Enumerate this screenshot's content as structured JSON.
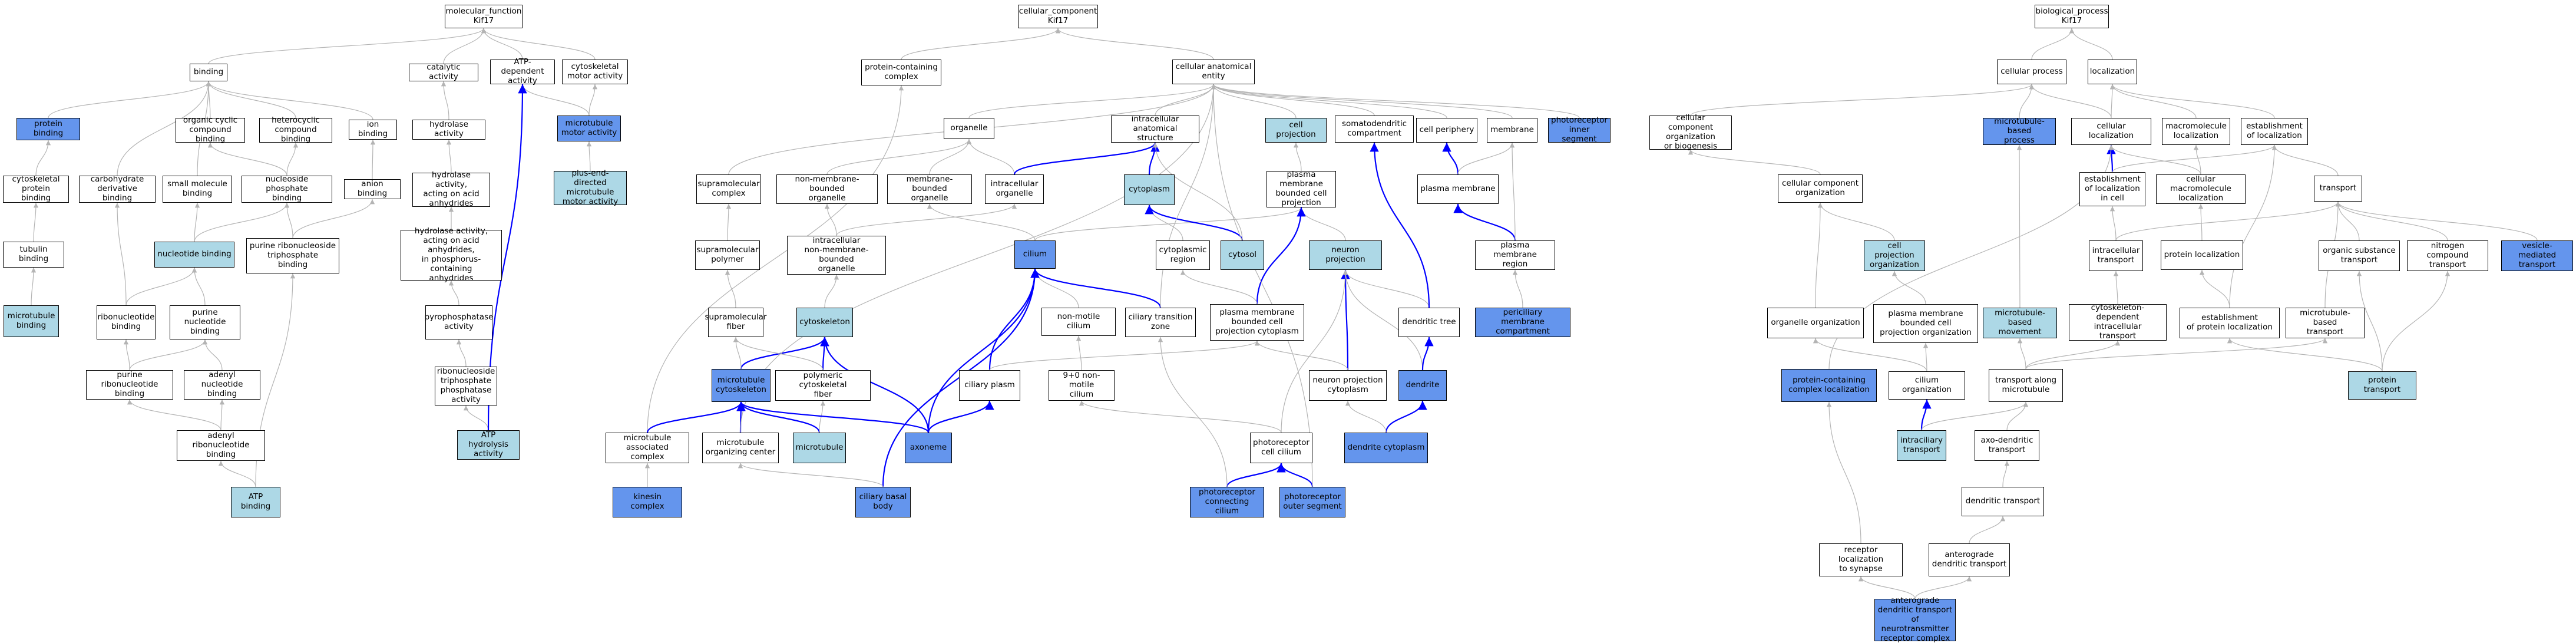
{
  "legend_colors": {
    "plain": "#ffffff",
    "light": "#add8e6",
    "dark": "#6495ed",
    "edge_grey": "#b4b4b4",
    "edge_blue": "#0000ff"
  },
  "nodes": {
    "mf_root": {
      "text": "molecular_function\nKif17",
      "style": "plain"
    },
    "binding": {
      "text": "binding",
      "style": "plain"
    },
    "catalytic": {
      "text": "catalytic activity",
      "style": "plain"
    },
    "atpdep": {
      "text": "ATP-dependent\nactivity",
      "style": "plain"
    },
    "cytomotor": {
      "text": "cytoskeletal\nmotor activity",
      "style": "plain"
    },
    "protbind": {
      "text": "protein binding",
      "style": "dark"
    },
    "orgcyc": {
      "text": "organic cyclic\ncompound binding",
      "style": "plain"
    },
    "hetcyc": {
      "text": "heterocyclic\ncompound binding",
      "style": "plain"
    },
    "ionbind": {
      "text": "ion binding",
      "style": "plain"
    },
    "hydrolase": {
      "text": "hydrolase activity",
      "style": "plain"
    },
    "mtmotor": {
      "text": "microtubule\nmotor activity",
      "style": "dark"
    },
    "cytoprot": {
      "text": "cytoskeletal\nprotein binding",
      "style": "plain"
    },
    "carbo": {
      "text": "carbohydrate\nderivative binding",
      "style": "plain"
    },
    "smallmol": {
      "text": "small molecule\nbinding",
      "style": "plain"
    },
    "nucphos": {
      "text": "nucleoside phosphate\nbinding",
      "style": "plain"
    },
    "anion": {
      "text": "anion binding",
      "style": "plain"
    },
    "hydacid": {
      "text": "hydrolase activity,\nacting on acid\nanhydrides",
      "style": "plain"
    },
    "plusend": {
      "text": "plus-end-directed\nmicrotubule\nmotor activity",
      "style": "light"
    },
    "tubulin": {
      "text": "tubulin binding",
      "style": "plain"
    },
    "nucbind": {
      "text": "nucleotide binding",
      "style": "light"
    },
    "purribotri": {
      "text": "purine ribonucleoside\ntriphosphate\nbinding",
      "style": "plain"
    },
    "hydphos": {
      "text": "hydrolase activity,\nacting on acid\nanhydrides,\nin phosphorus-containing\nanhydrides",
      "style": "plain"
    },
    "mtbind": {
      "text": "microtubule\nbinding",
      "style": "light"
    },
    "ribonuc": {
      "text": "ribonucleotide\nbinding",
      "style": "plain"
    },
    "purnuc": {
      "text": "purine nucleotide\nbinding",
      "style": "plain"
    },
    "pyrophos": {
      "text": "pyrophosphatase\nactivity",
      "style": "plain"
    },
    "purribo": {
      "text": "purine ribonucleotide\nbinding",
      "style": "plain"
    },
    "adenylnuc": {
      "text": "adenyl nucleotide\nbinding",
      "style": "plain"
    },
    "ribotriphos": {
      "text": "ribonucleoside\ntriphosphate\nphosphatase\nactivity",
      "style": "plain"
    },
    "adenylribo": {
      "text": "adenyl ribonucleotide\nbinding",
      "style": "plain"
    },
    "atpbind": {
      "text": "ATP binding",
      "style": "light"
    },
    "atphyd": {
      "text": "ATP hydrolysis\nactivity",
      "style": "light"
    },
    "cc_root": {
      "text": "cellular_component\nKif17",
      "style": "plain"
    },
    "protcomplex": {
      "text": "protein-containing\ncomplex",
      "style": "plain"
    },
    "cae": {
      "text": "cellular anatomical\nentity",
      "style": "plain"
    },
    "organelle": {
      "text": "organelle",
      "style": "plain"
    },
    "intraanat": {
      "text": "intracellular\nanatomical structure",
      "style": "plain"
    },
    "cellproj": {
      "text": "cell projection",
      "style": "light"
    },
    "somato": {
      "text": "somatodendritic\ncompartment",
      "style": "plain"
    },
    "cellperiph": {
      "text": "cell periphery",
      "style": "plain"
    },
    "membrane": {
      "text": "membrane",
      "style": "plain"
    },
    "photoinner": {
      "text": "photoreceptor\ninner segment",
      "style": "dark"
    },
    "supramol": {
      "text": "supramolecular\ncomplex",
      "style": "plain"
    },
    "nonmemb": {
      "text": "non-membrane-bounded\norganelle",
      "style": "plain"
    },
    "membbound": {
      "text": "membrane-bounded\norganelle",
      "style": "plain"
    },
    "intraorg": {
      "text": "intracellular\norganelle",
      "style": "plain"
    },
    "cytoplasm": {
      "text": "cytoplasm",
      "style": "light"
    },
    "pmbcp": {
      "text": "plasma membrane\nbounded cell\nprojection",
      "style": "plain"
    },
    "plasmamem": {
      "text": "plasma membrane",
      "style": "plain"
    },
    "supramolpoly": {
      "text": "supramolecular\npolymer",
      "style": "plain"
    },
    "intranonmemb": {
      "text": "intracellular\nnon-membrane-bounded\norganelle",
      "style": "plain"
    },
    "cilium": {
      "text": "cilium",
      "style": "dark"
    },
    "cytoregion": {
      "text": "cytoplasmic\nregion",
      "style": "plain"
    },
    "cytosol": {
      "text": "cytosol",
      "style": "light"
    },
    "neuronproj": {
      "text": "neuron projection",
      "style": "light"
    },
    "pmregion": {
      "text": "plasma membrane\nregion",
      "style": "plain"
    },
    "supramolfiber": {
      "text": "supramolecular\nfiber",
      "style": "plain"
    },
    "cytoskeleton": {
      "text": "cytoskeleton",
      "style": "light"
    },
    "nonmotile": {
      "text": "non-motile cilium",
      "style": "plain"
    },
    "ciliarytz": {
      "text": "ciliary transition\nzone",
      "style": "plain"
    },
    "pmbcpcyto": {
      "text": "plasma membrane\nbounded cell\nprojection cytoplasm",
      "style": "plain"
    },
    "dendtree": {
      "text": "dendritic tree",
      "style": "plain"
    },
    "periciliary": {
      "text": "periciliary\nmembrane compartment",
      "style": "dark"
    },
    "mtcyto": {
      "text": "microtubule\ncytoskeleton",
      "style": "dark"
    },
    "polycyto": {
      "text": "polymeric cytoskeletal\nfiber",
      "style": "plain"
    },
    "ciliaryplasm": {
      "text": "ciliary plasm",
      "style": "plain"
    },
    "nine0": {
      "text": "9+0 non-motile\ncilium",
      "style": "plain"
    },
    "neuroncyto": {
      "text": "neuron projection\ncytoplasm",
      "style": "plain"
    },
    "dendrite": {
      "text": "dendrite",
      "style": "dark"
    },
    "mtassoc": {
      "text": "microtubule\nassociated complex",
      "style": "plain"
    },
    "mtoc": {
      "text": "microtubule\norganizing center",
      "style": "plain"
    },
    "microtubule": {
      "text": "microtubule",
      "style": "light"
    },
    "axoneme": {
      "text": "axoneme",
      "style": "dark"
    },
    "photocilium": {
      "text": "photoreceptor\ncell cilium",
      "style": "plain"
    },
    "dendcyto": {
      "text": "dendrite cytoplasm",
      "style": "dark"
    },
    "kinesin": {
      "text": "kinesin complex",
      "style": "dark"
    },
    "basalbody": {
      "text": "ciliary basal\nbody",
      "style": "dark"
    },
    "photoconn": {
      "text": "photoreceptor\nconnecting cilium",
      "style": "dark"
    },
    "photoouter": {
      "text": "photoreceptor\nouter segment",
      "style": "dark"
    },
    "bp_root": {
      "text": "biological_process\nKif17",
      "style": "plain"
    },
    "cellproc": {
      "text": "cellular process",
      "style": "plain"
    },
    "localization": {
      "text": "localization",
      "style": "plain"
    },
    "ccorgbio": {
      "text": "cellular component\norganization\nor biogenesis",
      "style": "plain"
    },
    "mtbproc": {
      "text": "microtubule-based\nprocess",
      "style": "dark"
    },
    "cellloc": {
      "text": "cellular localization",
      "style": "plain"
    },
    "macroloc": {
      "text": "macromolecule\nlocalization",
      "style": "plain"
    },
    "estloc": {
      "text": "establishment\nof localization",
      "style": "plain"
    },
    "ccorg": {
      "text": "cellular component\norganization",
      "style": "plain"
    },
    "estloccell": {
      "text": "establishment\nof localization\nin cell",
      "style": "plain"
    },
    "cellmacroloc": {
      "text": "cellular macromolecule\nlocalization",
      "style": "plain"
    },
    "transport": {
      "text": "transport",
      "style": "plain"
    },
    "cellprojorg": {
      "text": "cell projection\norganization",
      "style": "light"
    },
    "intracelltrans": {
      "text": "intracellular\ntransport",
      "style": "plain"
    },
    "protloc": {
      "text": "protein localization",
      "style": "plain"
    },
    "orgsubtrans": {
      "text": "organic substance\ntransport",
      "style": "plain"
    },
    "nitrotrans": {
      "text": "nitrogen compound\ntransport",
      "style": "plain"
    },
    "vesicle": {
      "text": "vesicle-mediated\ntransport",
      "style": "dark"
    },
    "orgorg": {
      "text": "organelle organization",
      "style": "plain"
    },
    "pmbcporg": {
      "text": "plasma membrane\nbounded cell\nprojection organization",
      "style": "plain"
    },
    "mtbmove": {
      "text": "microtubule-based\nmovement",
      "style": "light"
    },
    "cytodeptrans": {
      "text": "cytoskeleton-dependent\nintracellular\ntransport",
      "style": "plain"
    },
    "estprotloc": {
      "text": "establishment\nof protein localization",
      "style": "plain"
    },
    "mtbtrans": {
      "text": "microtubule-based\ntransport",
      "style": "plain"
    },
    "protcomploc": {
      "text": "protein-containing\ncomplex localization",
      "style": "dark"
    },
    "ciliumorg": {
      "text": "cilium organization",
      "style": "plain"
    },
    "transmt": {
      "text": "transport along\nmicrotubule",
      "style": "plain"
    },
    "prottrans": {
      "text": "protein transport",
      "style": "light"
    },
    "intraciliary": {
      "text": "intraciliary\ntransport",
      "style": "light"
    },
    "axodend": {
      "text": "axo-dendritic\ntransport",
      "style": "plain"
    },
    "dendtrans": {
      "text": "dendritic transport",
      "style": "plain"
    },
    "recepsyn": {
      "text": "receptor localization\nto synapse",
      "style": "plain"
    },
    "anterodend": {
      "text": "anterograde\ndendritic transport",
      "style": "plain"
    },
    "anteroneuro": {
      "text": "anterograde\ndendritic transport\nof neurotransmitter\nreceptor complex",
      "style": "dark"
    }
  },
  "edges": [
    [
      "binding",
      "mf_root",
      "g"
    ],
    [
      "catalytic",
      "mf_root",
      "g"
    ],
    [
      "atpdep",
      "mf_root",
      "g"
    ],
    [
      "cytomotor",
      "mf_root",
      "g"
    ],
    [
      "protbind",
      "binding",
      "g"
    ],
    [
      "orgcyc",
      "binding",
      "g"
    ],
    [
      "hetcyc",
      "binding",
      "g"
    ],
    [
      "ionbind",
      "binding",
      "g"
    ],
    [
      "carbo",
      "binding",
      "g"
    ],
    [
      "smallmol",
      "binding",
      "g"
    ],
    [
      "hydrolase",
      "catalytic",
      "g"
    ],
    [
      "mtmotor",
      "atpdep",
      "g"
    ],
    [
      "mtmotor",
      "cytomotor",
      "g"
    ],
    [
      "cytoprot",
      "protbind",
      "g"
    ],
    [
      "nucphos",
      "orgcyc",
      "g"
    ],
    [
      "nucphos",
      "hetcyc",
      "g"
    ],
    [
      "anion",
      "ionbind",
      "g"
    ],
    [
      "hydacid",
      "hydrolase",
      "g"
    ],
    [
      "plusend",
      "mtmotor",
      "g"
    ],
    [
      "tubulin",
      "cytoprot",
      "g"
    ],
    [
      "nucbind",
      "nucphos",
      "g"
    ],
    [
      "nucbind",
      "smallmol",
      "g"
    ],
    [
      "purribotri",
      "anion",
      "g"
    ],
    [
      "purribotri",
      "nucphos",
      "g"
    ],
    [
      "hydphos",
      "hydacid",
      "g"
    ],
    [
      "mtbind",
      "tubulin",
      "g"
    ],
    [
      "ribonuc",
      "carbo",
      "g"
    ],
    [
      "ribonuc",
      "nucbind",
      "g"
    ],
    [
      "purnuc",
      "nucbind",
      "g"
    ],
    [
      "pyrophos",
      "hydphos",
      "g"
    ],
    [
      "purribo",
      "ribonuc",
      "g"
    ],
    [
      "purribo",
      "purnuc",
      "g"
    ],
    [
      "adenylnuc",
      "purnuc",
      "g"
    ],
    [
      "ribotriphos",
      "pyrophos",
      "g"
    ],
    [
      "adenylribo",
      "purribo",
      "g"
    ],
    [
      "adenylribo",
      "adenylnuc",
      "g"
    ],
    [
      "atpbind",
      "adenylribo",
      "g"
    ],
    [
      "atpbind",
      "purribotri",
      "g"
    ],
    [
      "atphyd",
      "ribotriphos",
      "g"
    ],
    [
      "atphyd",
      "atpdep",
      "b"
    ],
    [
      "protcomplex",
      "cc_root",
      "g"
    ],
    [
      "cae",
      "cc_root",
      "g"
    ],
    [
      "organelle",
      "cae",
      "g"
    ],
    [
      "intraanat",
      "cae",
      "g"
    ],
    [
      "cellproj",
      "cae",
      "g"
    ],
    [
      "somato",
      "cae",
      "g"
    ],
    [
      "cellperiph",
      "cae",
      "g"
    ],
    [
      "membrane",
      "cae",
      "g"
    ],
    [
      "photoinner",
      "cae",
      "g"
    ],
    [
      "supramol",
      "cae",
      "g"
    ],
    [
      "nonmemb",
      "organelle",
      "g"
    ],
    [
      "membbound",
      "organelle",
      "g"
    ],
    [
      "intraorg",
      "organelle",
      "g"
    ],
    [
      "intraorg",
      "intraanat",
      "b"
    ],
    [
      "cytoplasm",
      "intraanat",
      "b"
    ],
    [
      "pmbcp",
      "cellproj",
      "g"
    ],
    [
      "plasmamem",
      "cellperiph",
      "b"
    ],
    [
      "plasmamem",
      "membrane",
      "g"
    ],
    [
      "supramolpoly",
      "supramol",
      "g"
    ],
    [
      "intranonmemb",
      "nonmemb",
      "g"
    ],
    [
      "intranonmemb",
      "intraorg",
      "g"
    ],
    [
      "cilium",
      "pmbcp",
      "g"
    ],
    [
      "cilium",
      "membbound",
      "g"
    ],
    [
      "cytoregion",
      "cytoplasm",
      "g"
    ],
    [
      "cytosol",
      "cytoplasm",
      "b"
    ],
    [
      "cytosol",
      "intraanat",
      "g"
    ],
    [
      "neuronproj",
      "pmbcp",
      "g"
    ],
    [
      "pmregion",
      "plasmamem",
      "b"
    ],
    [
      "pmregion",
      "membrane",
      "g"
    ],
    [
      "supramolfiber",
      "supramolpoly",
      "g"
    ],
    [
      "cytoskeleton",
      "intranonmemb",
      "g"
    ],
    [
      "nonmotile",
      "cilium",
      "g"
    ],
    [
      "ciliarytz",
      "cilium",
      "b"
    ],
    [
      "ciliarytz",
      "cae",
      "g"
    ],
    [
      "pmbcpcyto",
      "pmbcp",
      "b"
    ],
    [
      "pmbcpcyto",
      "cytoregion",
      "g"
    ],
    [
      "dendtree",
      "neuronproj",
      "g"
    ],
    [
      "dendtree",
      "somato",
      "b"
    ],
    [
      "mtcyto",
      "cytoskeleton",
      "b"
    ],
    [
      "mtcyto",
      "supramolfiber",
      "g"
    ],
    [
      "polycyto",
      "cytoskeleton",
      "b"
    ],
    [
      "polycyto",
      "supramolfiber",
      "g"
    ],
    [
      "ciliaryplasm",
      "cilium",
      "b"
    ],
    [
      "ciliaryplasm",
      "pmbcpcyto",
      "g"
    ],
    [
      "nine0",
      "nonmotile",
      "g"
    ],
    [
      "neuroncyto",
      "neuronproj",
      "b"
    ],
    [
      "neuroncyto",
      "pmbcpcyto",
      "g"
    ],
    [
      "dendrite",
      "neuronproj",
      "g"
    ],
    [
      "dendrite",
      "dendtree",
      "b"
    ],
    [
      "mtassoc",
      "protcomplex",
      "g"
    ],
    [
      "mtassoc",
      "mtcyto",
      "b"
    ],
    [
      "mtoc",
      "mtcyto",
      "b"
    ],
    [
      "mtoc",
      "cae",
      "g"
    ],
    [
      "microtubule",
      "mtcyto",
      "b"
    ],
    [
      "microtubule",
      "polycyto",
      "g"
    ],
    [
      "axoneme",
      "mtcyto",
      "b"
    ],
    [
      "axoneme",
      "cilium",
      "b"
    ],
    [
      "axoneme",
      "ciliaryplasm",
      "b"
    ],
    [
      "axoneme",
      "cytoskeleton",
      "b"
    ],
    [
      "photocilium",
      "nine0",
      "g"
    ],
    [
      "photocilium",
      "neuronproj",
      "g"
    ],
    [
      "dendcyto",
      "dendrite",
      "b"
    ],
    [
      "dendcyto",
      "neuroncyto",
      "g"
    ],
    [
      "kinesin",
      "mtassoc",
      "g"
    ],
    [
      "basalbody",
      "cilium",
      "b"
    ],
    [
      "basalbody",
      "mtoc",
      "g"
    ],
    [
      "photoconn",
      "photocilium",
      "b"
    ],
    [
      "photoconn",
      "ciliarytz",
      "g"
    ],
    [
      "photoouter",
      "photocilium",
      "b"
    ],
    [
      "photoouter",
      "cae",
      "g"
    ],
    [
      "periciliary",
      "pmregion",
      "g"
    ],
    [
      "cellproc",
      "bp_root",
      "g"
    ],
    [
      "localization",
      "bp_root",
      "g"
    ],
    [
      "ccorgbio",
      "cellproc",
      "g"
    ],
    [
      "mtbproc",
      "cellproc",
      "g"
    ],
    [
      "cellloc",
      "cellproc",
      "g"
    ],
    [
      "cellloc",
      "localization",
      "g"
    ],
    [
      "macroloc",
      "localization",
      "g"
    ],
    [
      "estloc",
      "localization",
      "g"
    ],
    [
      "ccorg",
      "ccorgbio",
      "g"
    ],
    [
      "estloccell",
      "cellloc",
      "b"
    ],
    [
      "estloccell",
      "estloc",
      "g"
    ],
    [
      "cellmacroloc",
      "cellloc",
      "g"
    ],
    [
      "cellmacroloc",
      "macroloc",
      "g"
    ],
    [
      "transport",
      "estloc",
      "g"
    ],
    [
      "cellprojorg",
      "ccorg",
      "g"
    ],
    [
      "intracelltrans",
      "estloccell",
      "g"
    ],
    [
      "intracelltrans",
      "transport",
      "g"
    ],
    [
      "protloc",
      "cellmacroloc",
      "g"
    ],
    [
      "orgsubtrans",
      "transport",
      "g"
    ],
    [
      "nitrotrans",
      "transport",
      "g"
    ],
    [
      "vesicle",
      "transport",
      "g"
    ],
    [
      "orgorg",
      "ccorg",
      "g"
    ],
    [
      "pmbcporg",
      "cellprojorg",
      "g"
    ],
    [
      "mtbmove",
      "mtbproc",
      "g"
    ],
    [
      "cytodeptrans",
      "intracelltrans",
      "g"
    ],
    [
      "estprotloc",
      "protloc",
      "g"
    ],
    [
      "estprotloc",
      "estloc",
      "g"
    ],
    [
      "mtbtrans",
      "transport",
      "g"
    ],
    [
      "protcomploc",
      "cellloc",
      "g"
    ],
    [
      "ciliumorg",
      "orgorg",
      "g"
    ],
    [
      "ciliumorg",
      "pmbcporg",
      "g"
    ],
    [
      "transmt",
      "mtbmove",
      "g"
    ],
    [
      "transmt",
      "cytodeptrans",
      "g"
    ],
    [
      "transmt",
      "mtbtrans",
      "g"
    ],
    [
      "prottrans",
      "estprotloc",
      "g"
    ],
    [
      "prottrans",
      "orgsubtrans",
      "g"
    ],
    [
      "prottrans",
      "nitrotrans",
      "g"
    ],
    [
      "intraciliary",
      "ciliumorg",
      "b"
    ],
    [
      "intraciliary",
      "transmt",
      "g"
    ],
    [
      "axodend",
      "transmt",
      "g"
    ],
    [
      "dendtrans",
      "axodend",
      "g"
    ],
    [
      "recepsyn",
      "protcomploc",
      "g"
    ],
    [
      "anterodend",
      "dendtrans",
      "g"
    ],
    [
      "anteroneuro",
      "recepsyn",
      "g"
    ],
    [
      "anteroneuro",
      "anterodend",
      "g"
    ]
  ]
}
